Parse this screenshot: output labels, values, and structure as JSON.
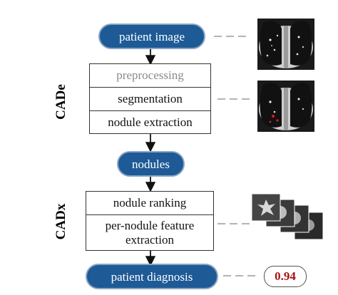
{
  "groups": {
    "cade": "CADe",
    "cadx": "CADx"
  },
  "nodes": {
    "patient_image": "patient image",
    "nodules": "nodules",
    "patient_diagnosis": "patient diagnosis"
  },
  "cade_steps": [
    "preprocessing",
    "segmentation",
    "nodule extraction"
  ],
  "cadx_steps": [
    "nodule ranking",
    "per-nodule feature extraction"
  ],
  "output": {
    "score": "0.94"
  },
  "colors": {
    "pill_fill": "#1d5a96",
    "pill_border": "#8aa6c4",
    "score_text": "#a31515",
    "muted_text": "#8a8a8a"
  }
}
